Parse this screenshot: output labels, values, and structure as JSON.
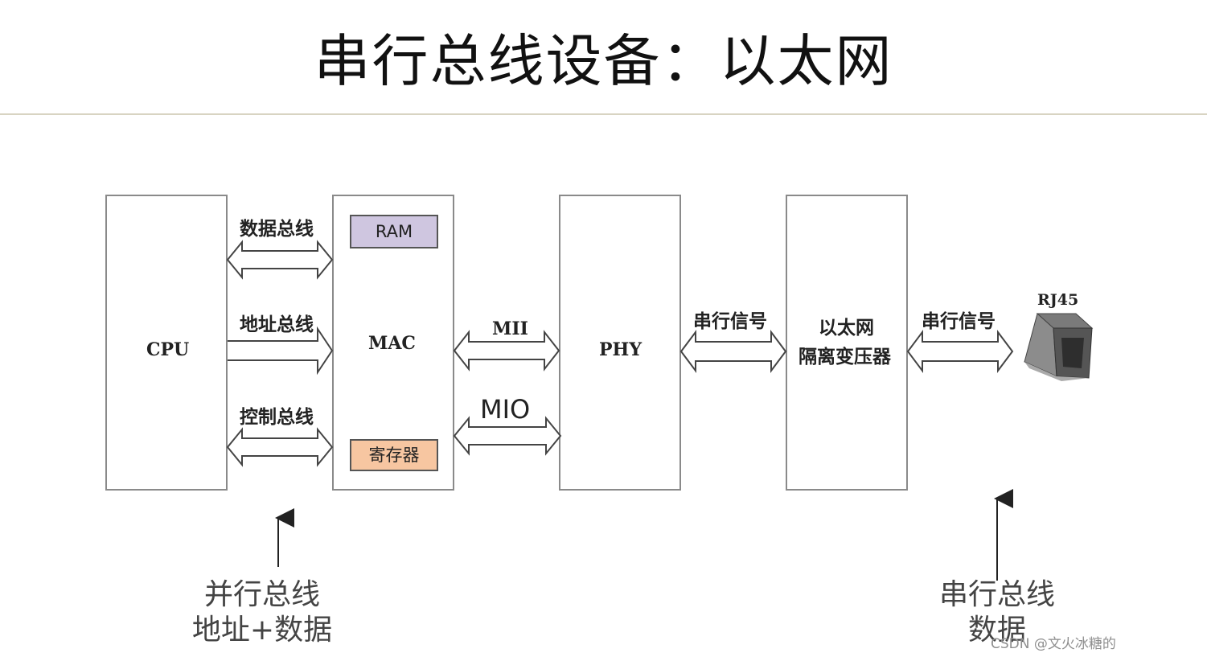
{
  "title": "串行总线设备：以太网",
  "blocks": {
    "cpu": "CPU",
    "mac": "MAC",
    "phy": "PHY",
    "transformer_line1": "以太网",
    "transformer_line2": "隔离变压器",
    "rj45": "RJ45"
  },
  "sub_blocks": {
    "ram": "RAM",
    "register": "寄存器"
  },
  "bus_labels": {
    "data_bus": "数据总线",
    "address_bus": "地址总线",
    "control_bus": "控制总线",
    "mii": "MII",
    "mio": "MIO",
    "serial_signal_1": "串行信号",
    "serial_signal_2": "串行信号"
  },
  "annotations": {
    "parallel_line1": "并行总线",
    "parallel_line2": "地址+数据",
    "serial_line1": "串行总线",
    "serial_line2": "数据"
  },
  "watermark": "CSDN @文火冰糖的",
  "colors": {
    "ram_fill": "#cfc6e0",
    "register_fill": "#f7c6a1",
    "box_border": "#8a8a8a"
  }
}
